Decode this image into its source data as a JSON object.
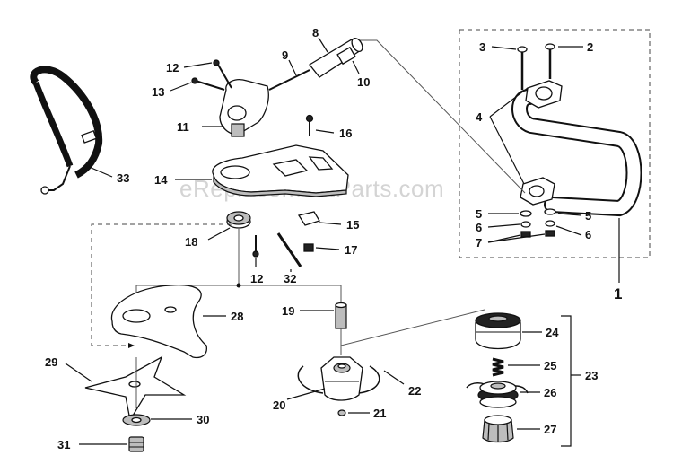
{
  "watermark": "eReplacementParts.com",
  "assembly_labels": {
    "handle_assembly": "1",
    "spool_assembly": "23"
  },
  "callouts": {
    "p2": "2",
    "p3": "3",
    "p4": "4",
    "p5a": "5",
    "p5b": "5",
    "p6a": "6",
    "p6b": "6",
    "p7": "7",
    "p8": "8",
    "p9": "9",
    "p10": "10",
    "p11": "11",
    "p12a": "12",
    "p12b": "12",
    "p13": "13",
    "p14": "14",
    "p15": "15",
    "p16": "16",
    "p17": "17",
    "p18": "18",
    "p19": "19",
    "p20": "20",
    "p21": "21",
    "p22": "22",
    "p24": "24",
    "p25": "25",
    "p26": "26",
    "p27": "27",
    "p28": "28",
    "p29": "29",
    "p30": "30",
    "p31": "31",
    "p32": "32",
    "p33": "33"
  }
}
